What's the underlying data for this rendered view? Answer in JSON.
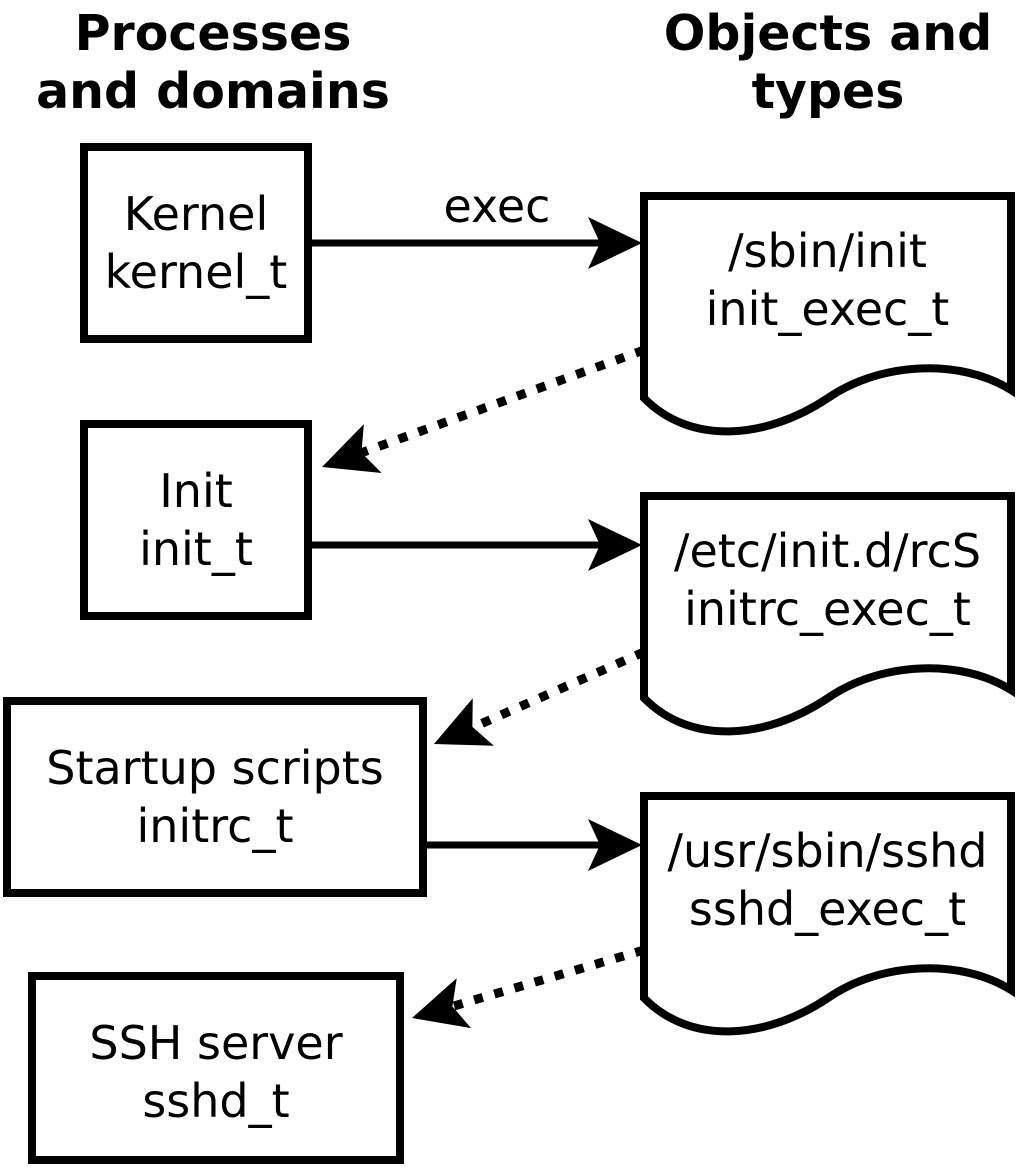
{
  "headers": {
    "left": "Processes\nand domains",
    "right": "Objects and\ntypes"
  },
  "edge_labels": {
    "exec": "exec"
  },
  "process_nodes": [
    {
      "label": "Kernel",
      "type": "kernel_t"
    },
    {
      "label": "Init",
      "type": "init_t"
    },
    {
      "label": "Startup scripts",
      "type": "initrc_t"
    },
    {
      "label": "SSH server",
      "type": "sshd_t"
    }
  ],
  "object_nodes": [
    {
      "path": "/sbin/init",
      "type": "init_exec_t"
    },
    {
      "path": "/etc/init.d/rcS",
      "type": "initrc_exec_t"
    },
    {
      "path": "/usr/sbin/sshd",
      "type": "sshd_exec_t"
    }
  ],
  "colors": {
    "stroke": "#000000",
    "background": "#ffffff",
    "text": "#000000"
  }
}
